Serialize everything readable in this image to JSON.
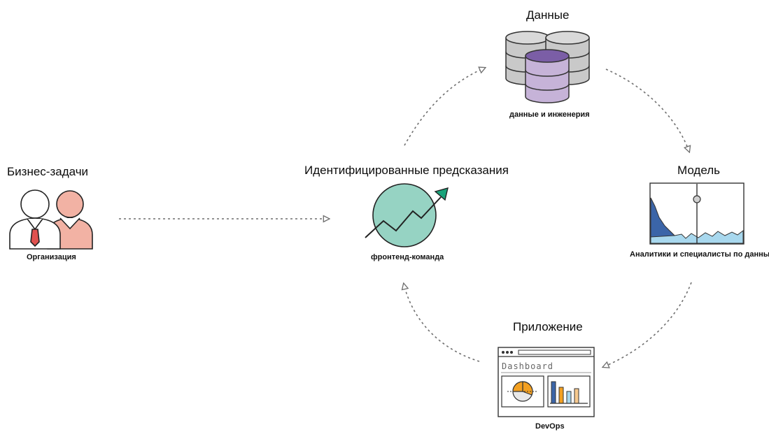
{
  "nodes": {
    "business": {
      "title": "Бизнес-задачи",
      "caption": "Организация"
    },
    "predictions": {
      "title": "Идентифицированные предсказания",
      "caption": "фронтенд-команда"
    },
    "data": {
      "title": "Данные",
      "caption": "данные и инженерия"
    },
    "model": {
      "title": "Модель",
      "caption": "Аналитики и специалисты по данным"
    },
    "app": {
      "title": "Приложение",
      "caption": "DevOps",
      "dashboard_label": "Dashboard"
    }
  },
  "colors": {
    "arrow": "#6f6f6f",
    "person_white": "#ffffff",
    "person_pink": "#f2b2a4",
    "tie": "#e0524f",
    "db_gray": "#c9c9c9",
    "db_purple": "#c6b3d8",
    "db_purple_top": "#7b5ea6",
    "circle_teal": "#96d3c3",
    "trend_arrow": "#1aa37a",
    "area_dark": "#3b65a8",
    "area_light": "#a8d8ee",
    "pie_orange": "#f3a021",
    "bar_blue": "#3b65a8",
    "bar_orange": "#f3a021",
    "bar_light": "#a8d8ee",
    "bar_peach": "#f7c98e"
  },
  "icons": [
    "person-pair-icon",
    "database-stack-icon",
    "trend-circle-icon",
    "model-chart-icon",
    "dashboard-icon"
  ]
}
